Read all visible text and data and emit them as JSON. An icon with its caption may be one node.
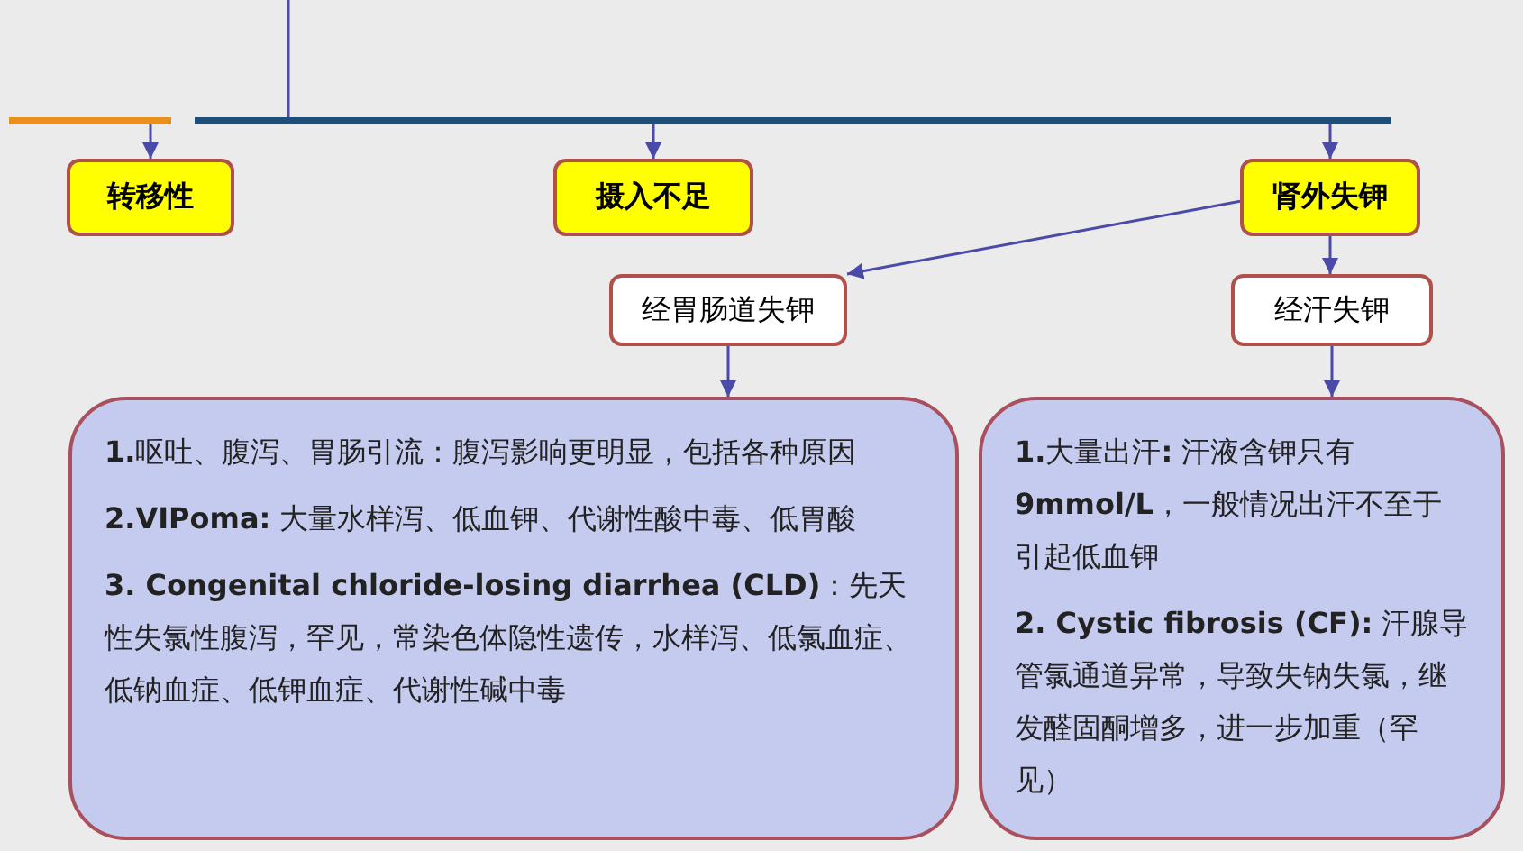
{
  "diagram": {
    "nodes": [
      {
        "text": [
          "转移性"
        ]
      },
      {
        "text": [
          "摄入不足"
        ]
      },
      {
        "text": [
          "肾外失钾"
        ]
      },
      {
        "text": [
          "经胃肠道失钾"
        ]
      },
      {
        "text": [
          "经汗失钾"
        ]
      },
      {
        "text": [
          "**1.**呕吐、腹泻、胃肠引流：腹泻影响更明显，包括各种原因",
          "**2.VIPoma:** 大量水样泻、低血钾、代谢性酸中毒、低胃酸",
          "**3. Congenital chloride-losing diarrhea (CLD)**：先天性失氯性腹泻，罕见，常染色体隐性遗传，水样泻、低氯血症、低钠血症、低钾血症、代谢性碱中毒"
        ]
      },
      {
        "text": [
          "**1.**大量出汗**:** 汗液含钾只有**9mmol/L**，一般情况出汗不至于引起低血钾",
          "**2. Cystic fibrosis (CF):** 汗腺导管氯通道异常，导致失钠失氯，继发醛固酮增多，进一步加重（罕见）"
        ]
      }
    ],
    "edges": [
      {
        "from": null,
        "to": 0,
        "arrow": "to"
      },
      {
        "from": null,
        "to": 1,
        "arrow": "to"
      },
      {
        "from": null,
        "to": 2,
        "arrow": "to"
      },
      {
        "from": 2,
        "to": 3,
        "arrow": "to"
      },
      {
        "from": 2,
        "to": 4,
        "arrow": "to"
      },
      {
        "from": 3,
        "to": 5,
        "arrow": "to"
      },
      {
        "from": 4,
        "to": 6,
        "arrow": "to"
      }
    ]
  }
}
